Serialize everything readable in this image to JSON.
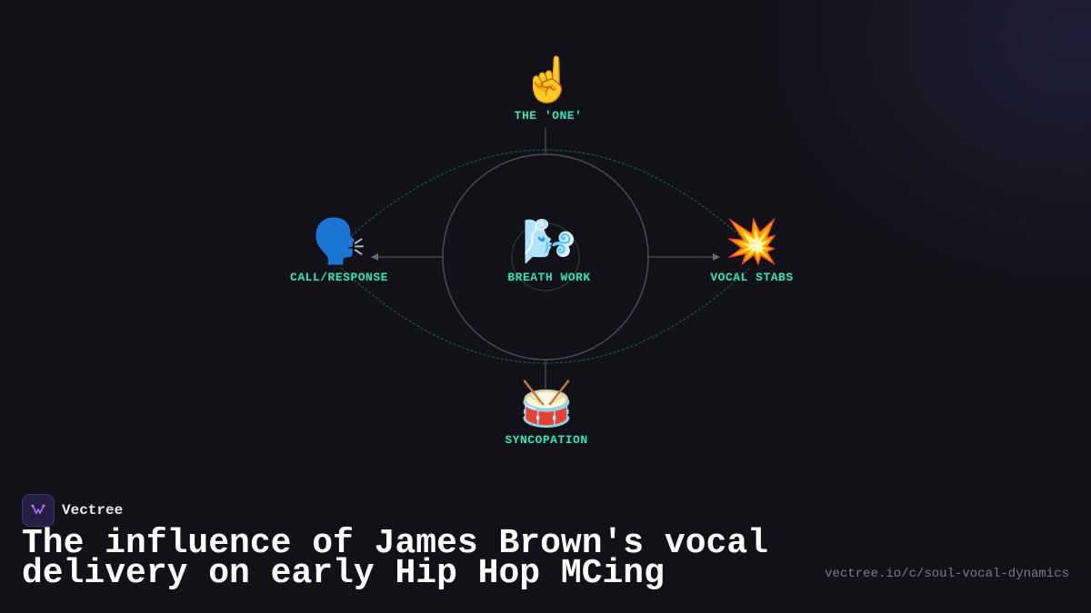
{
  "diagram": {
    "center": {
      "emoji": "🌬️",
      "label": "BREATH WORK",
      "icon_name": "breath-icon"
    },
    "nodes": [
      {
        "id": "top",
        "emoji": "☝️",
        "label": "THE 'ONE'",
        "icon_name": "pointing-up-icon"
      },
      {
        "id": "left",
        "emoji": "🗣️",
        "label": "CALL/RESPONSE",
        "icon_name": "speaking-head-icon"
      },
      {
        "id": "right",
        "emoji": "💥",
        "label": "VOCAL STABS",
        "icon_name": "collision-icon"
      },
      {
        "id": "bottom",
        "emoji": "🥁",
        "label": "SYNCOPATION",
        "icon_name": "drum-icon"
      }
    ],
    "colors": {
      "label": "#2ee6b8",
      "ellipse": "#0f6b52",
      "circle": "#4a4a52",
      "connector": "#5a5a62"
    }
  },
  "brand": {
    "name": "Vectree"
  },
  "headline": "The influence of James Brown's vocal delivery on early Hip Hop MCing",
  "url": "vectree.io/c/soul-vocal-dynamics"
}
